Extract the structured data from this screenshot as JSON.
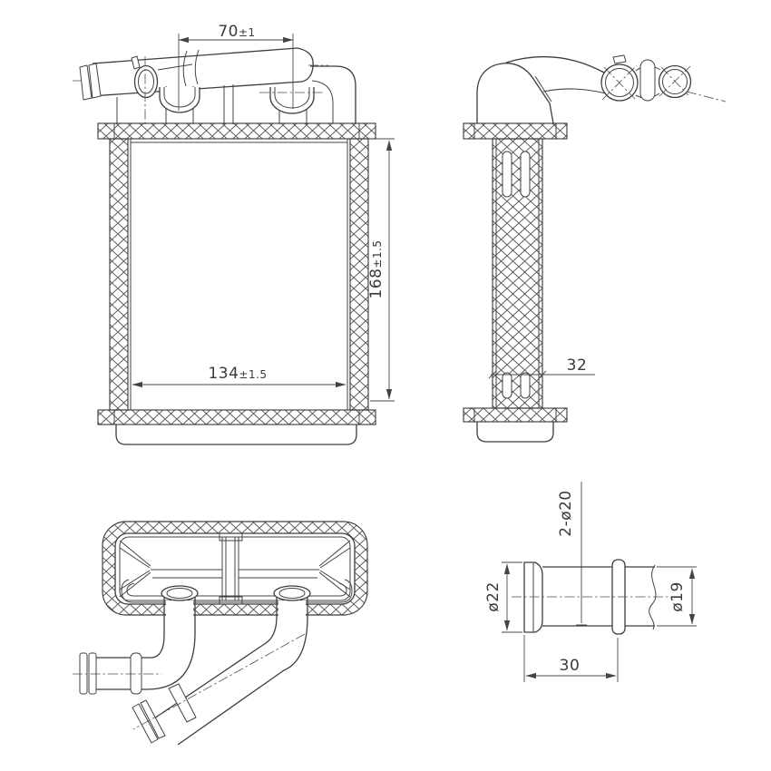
{
  "drawing": {
    "background": "#ffffff",
    "line_color": "#434343",
    "views": {
      "front": {
        "dims": {
          "pipe_spacing": {
            "value": "70",
            "tol": "±1"
          },
          "core_height": {
            "value": "168",
            "tol": "±1.5"
          },
          "core_width": {
            "value": "134",
            "tol": "±1.5"
          }
        }
      },
      "side": {
        "dims": {
          "core_depth": {
            "value": "32",
            "tol": ""
          }
        }
      },
      "top": {
        "dims": {}
      },
      "pipe_detail": {
        "dims": {
          "flange_od": {
            "value": "ø22",
            "tol": ""
          },
          "ports": {
            "value": "2-ø20",
            "tol": ""
          },
          "tube_od": {
            "value": "ø19",
            "tol": ""
          },
          "end_length": {
            "value": "30",
            "tol": ""
          }
        }
      }
    }
  }
}
